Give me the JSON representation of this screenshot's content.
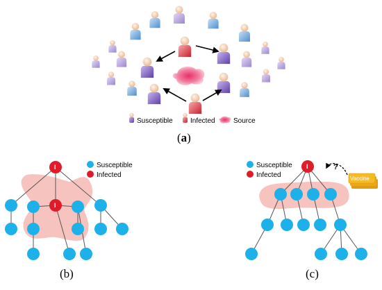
{
  "panel_a": {
    "legend": {
      "susceptible": "Susceptible",
      "infected": "Infected",
      "source": "Source"
    },
    "caption_prefix": "(",
    "caption_letter": "a",
    "caption_suffix": ")"
  },
  "panel_b": {
    "legend": {
      "susceptible": "Susceptible",
      "infected": "Infected"
    },
    "infected_label": "I",
    "caption": "(b)"
  },
  "panel_c": {
    "legend": {
      "susceptible": "Susceptible",
      "infected": "Infected"
    },
    "infected_label": "I",
    "question_mark": "?",
    "vaccine_label": "Vaccine",
    "caption": "(c)"
  },
  "colors": {
    "susceptible_node": "#1eb0e8",
    "infected_node": "#e01b2a",
    "infected_zone": "#f6b5b0",
    "source_blob": "#f07898",
    "vaccine_box": "#f0b41c",
    "person_purple": "#8a6fc8",
    "person_blue": "#7aaedc",
    "person_red": "#e04550"
  }
}
